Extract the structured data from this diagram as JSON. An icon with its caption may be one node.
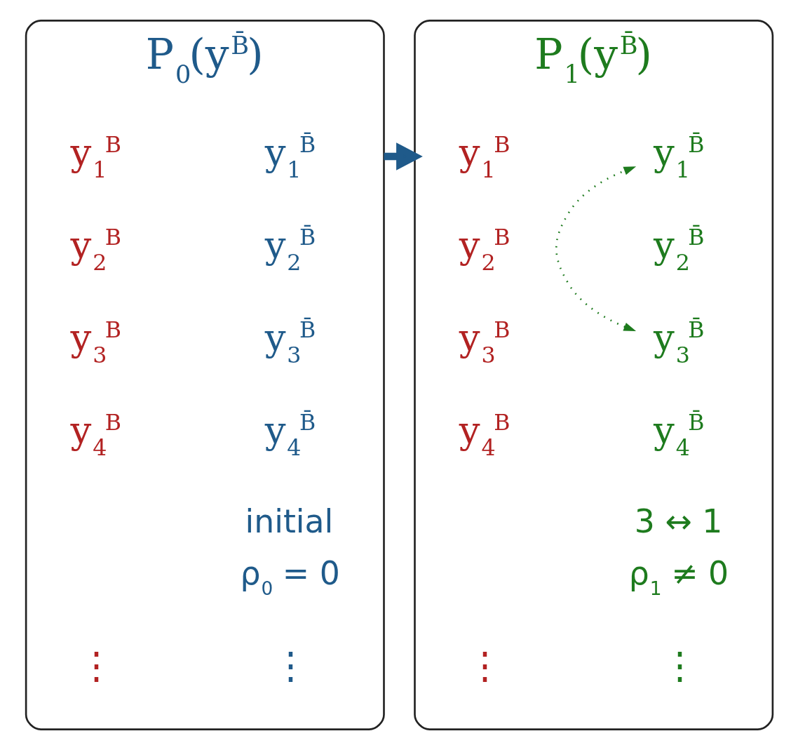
{
  "diagram": {
    "nodes": [
      {
        "text": [
          "P$_{0}$(y$^{B̄}$)"
        ],
        "beside": [
          "initial",
          "ρ$_{0}$ = 0"
        ]
      },
      {
        "text": [
          "y$_{1}$$^{B}$"
        ],
        "in": 0
      },
      {
        "text": [
          "y$_{1}$$^{B̄}$"
        ],
        "in": 0
      },
      {
        "text": [
          "y$_{2}$$^{B}$"
        ],
        "in": 0
      },
      {
        "text": [
          "y$_{2}$$^{B̄}$"
        ],
        "in": 0
      },
      {
        "text": [
          "y$_{3}$$^{B}$"
        ],
        "in": 0
      },
      {
        "text": [
          "y$_{3}$$^{B̄}$"
        ],
        "in": 0
      },
      {
        "text": [
          "y$_{4}$$^{B}$"
        ],
        "in": 0
      },
      {
        "text": [
          "y$_{4}$$^{B̄}$"
        ],
        "in": 0
      },
      {
        "text": [
          "⋮"
        ],
        "in": 0
      },
      {
        "text": [
          "⋮"
        ],
        "in": 0
      },
      {
        "text": [
          "P$_{1}$(y$^{B̄}$)"
        ],
        "beside": [
          "3 ↔ 1",
          "ρ$_{1}$ ≠ 0"
        ]
      },
      {
        "text": [
          "y$_{1}$$^{B}$"
        ],
        "in": 11
      },
      {
        "text": [
          "y$_{1}$$^{B̄}$"
        ],
        "in": 11
      },
      {
        "text": [
          "y$_{2}$$^{B}$"
        ],
        "in": 11
      },
      {
        "text": [
          "y$_{2}$$^{B̄}$"
        ],
        "in": 11
      },
      {
        "text": [
          "y$_{3}$$^{B}$"
        ],
        "in": 11
      },
      {
        "text": [
          "y$_{3}$$^{B̄}$"
        ],
        "in": 11
      },
      {
        "text": [
          "y$_{4}$$^{B}$"
        ],
        "in": 11
      },
      {
        "text": [
          "y$_{4}$$^{B̄}$"
        ],
        "in": 11
      },
      {
        "text": [
          "⋮"
        ],
        "in": 11
      },
      {
        "text": [
          "⋮"
        ],
        "in": 11
      }
    ],
    "edges": [
      {
        "from": 0,
        "to": 11,
        "arrow": "to",
        "style": "thick",
        "color": "#1f5a8a"
      },
      {
        "from": 17,
        "to": 13,
        "arrow": "both",
        "style": "dashed",
        "color": "#1e7b1e"
      }
    ]
  }
}
